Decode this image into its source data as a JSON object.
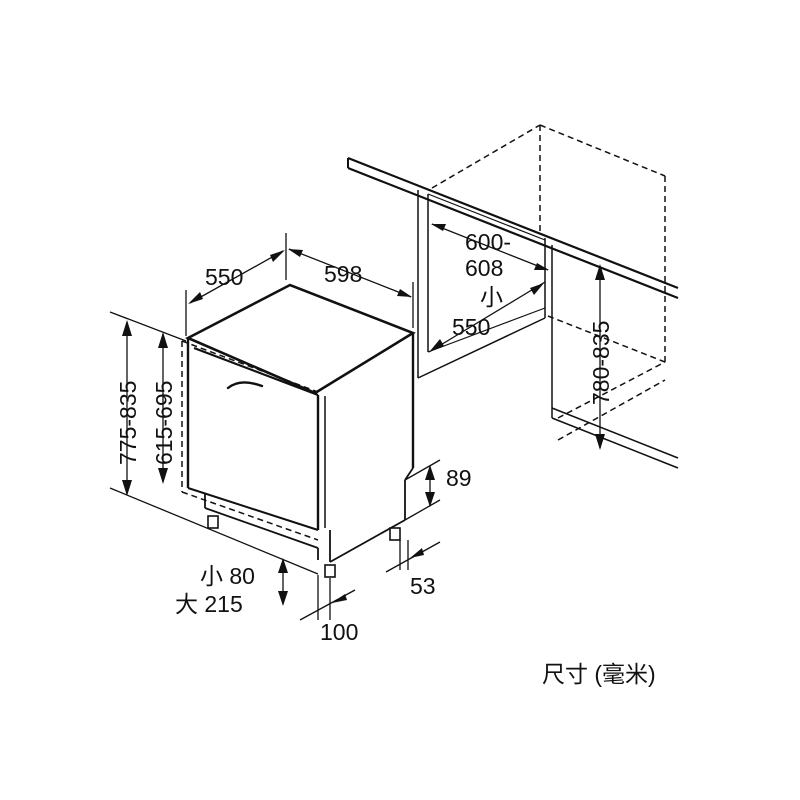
{
  "dimensions": {
    "depth": "550",
    "width": "598",
    "height_range": "775-835",
    "door_height_range": "615-695",
    "plinth": "89",
    "foot_offset": "53",
    "door_depth_min": "小 80",
    "door_depth_max": "大 215",
    "front_offset": "100",
    "niche_width_line1": "600-",
    "niche_width_line2": "608",
    "niche_depth_min": "小",
    "niche_depth": "550",
    "niche_height": "780-835"
  },
  "caption": "尺寸 (毫米)"
}
